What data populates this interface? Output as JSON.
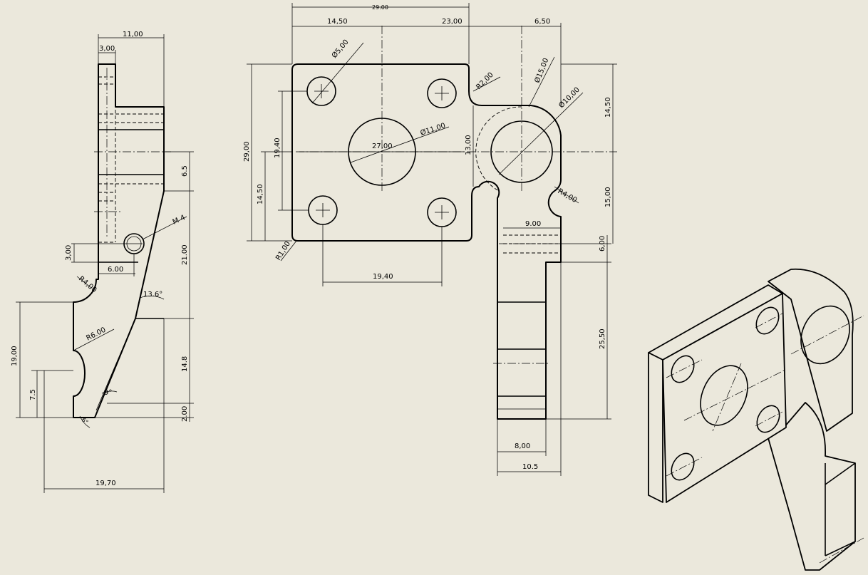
{
  "side_view": {
    "dims": {
      "top_width": "11,00",
      "slot_width": "3,00",
      "d_6_5": "6.5",
      "d_21": "21.00",
      "d_14_8": "14.8",
      "d_2": "2.00",
      "d_3": "3,00",
      "d_6": "6.00",
      "thread": "M 4",
      "r4": "R4,00",
      "angle_13_6": "13.6°",
      "r6": "R6.00",
      "d_19": "19,00",
      "d_7_5": "7.5",
      "angle_9": "9°",
      "angle_6": "6°",
      "bottom_width": "19,70"
    }
  },
  "front_view": {
    "dims": {
      "overall_width": "29.00",
      "w_14_5": "14,50",
      "w_23": "23,00",
      "w_6_5": "6,50",
      "dia_5": "Ø5,00",
      "r2": "R2,00",
      "dia_15": "Ø15,00",
      "dia_10": "Ø10,00",
      "dia_11": "Ø11,00",
      "d_27": "27,00",
      "d_13": "13,00",
      "h_29": "29,00",
      "h_19_4": "19,40",
      "h_14_5_left": "14,50",
      "h_14_5_right": "14,50",
      "h_15": "15,00",
      "r4": "R4,00",
      "w_9": "9.00",
      "h_6": "6,00",
      "r1": "R1,00",
      "w_19_4": "19,40",
      "h_25_5": "25,50",
      "w_8": "8,00",
      "w_10_5": "10.5"
    }
  }
}
